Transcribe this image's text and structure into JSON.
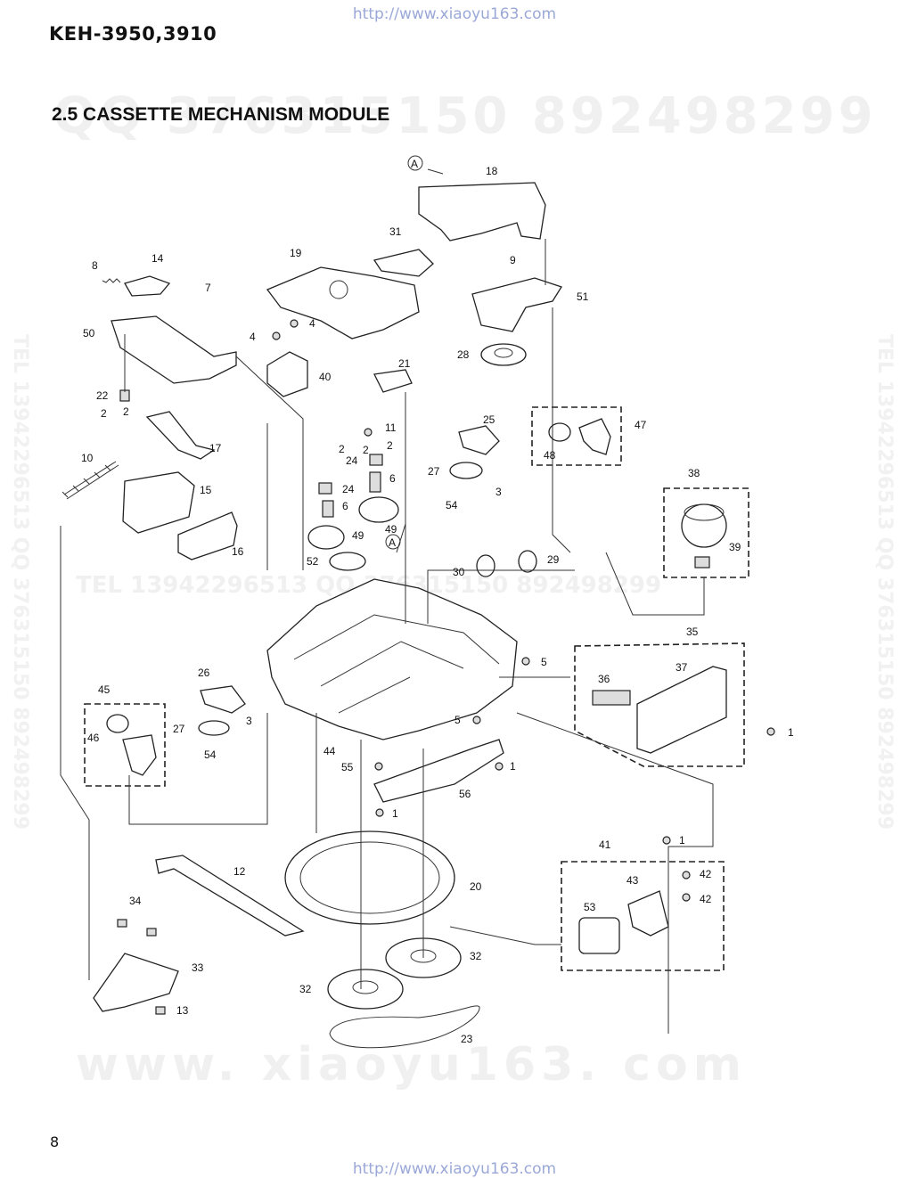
{
  "header": {
    "url_top": "http://www.xiaoyu163.com",
    "model": "KEH-3950,3910",
    "section_title": "2.5 CASSETTE MECHANISM MODULE"
  },
  "footer": {
    "page_number": "8",
    "url_bottom": "http://www.xiaoyu163.com"
  },
  "watermarks": {
    "qq_line": "QQ 376315150   892498299",
    "tel_line": "TEL 13942296513   QQ 376315150   892498299",
    "www_line": "www. xiaoyu163. com",
    "vertical": "TEL 13942296513  QQ 376315150  892498299"
  },
  "diagram": {
    "callouts": [
      "A",
      "18",
      "31",
      "19",
      "14",
      "8",
      "7",
      "9",
      "51",
      "50",
      "4",
      "4",
      "40",
      "28",
      "21",
      "22",
      "2",
      "11",
      "2",
      "25",
      "47",
      "48",
      "10",
      "17",
      "24",
      "6",
      "24",
      "6",
      "27",
      "3",
      "54",
      "38",
      "15",
      "49",
      "49",
      "39",
      "52",
      "A",
      "30",
      "29",
      "16",
      "35",
      "26",
      "5",
      "36",
      "37",
      "45",
      "46",
      "27",
      "3",
      "54",
      "44",
      "5",
      "55",
      "1",
      "56",
      "1",
      "1",
      "41",
      "42",
      "43",
      "42",
      "53",
      "12",
      "20",
      "34",
      "33",
      "32",
      "32",
      "13",
      "23",
      "2",
      "2",
      "2",
      "1"
    ]
  }
}
